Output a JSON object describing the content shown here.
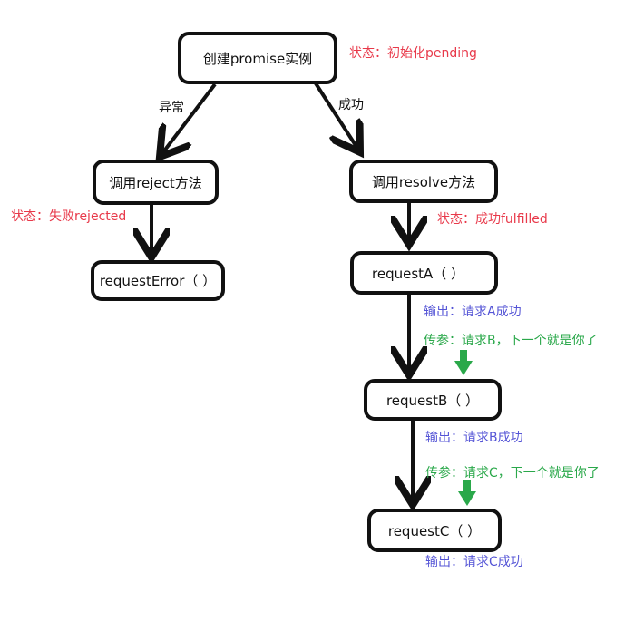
{
  "diagram": {
    "nodes": {
      "create_instance": "创建promise实例",
      "call_reject": "调用reject方法",
      "call_resolve": "调用resolve方法",
      "request_error": "requestError（ ）",
      "request_a": "requestA（ ）",
      "request_b": "requestB（ ）",
      "request_c": "requestC（ ）"
    },
    "edge_labels": {
      "exception": "异常",
      "success": "成功"
    },
    "annotations": {
      "state_pending": "状态：初始化pending",
      "state_rejected": "状态：失败rejected",
      "state_fulfilled": "状态：成功fulfilled",
      "output_a": "输出：请求A成功",
      "pass_b": "传参：请求B，下一个就是你了",
      "output_b": "输出：请求B成功",
      "pass_c": "传参：请求C，下一个就是你了",
      "output_c": "输出：请求C成功"
    },
    "colors": {
      "state": "#e8394a",
      "output": "#5555d6",
      "pass_param": "#2aa84a",
      "arrow": "#111111"
    }
  }
}
